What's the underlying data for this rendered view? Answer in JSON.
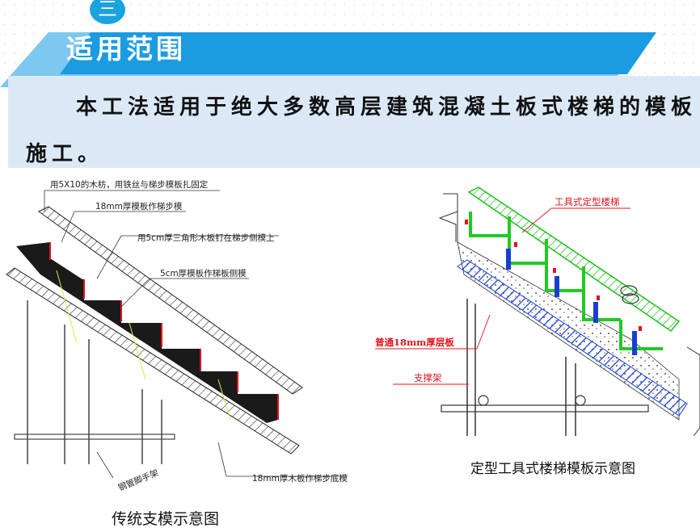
{
  "header": {
    "section_number": "三",
    "title": "适用范围"
  },
  "body": {
    "text": "本工法适用于绝大多数高层建筑混凝土板式楼梯的模板施工。"
  },
  "left_diagram": {
    "labels": [
      "用5X10的木枋，用铁丝与梯步模板扎固定",
      "18mm厚模板作梯步模",
      "用5cm厚三角形木板钉在梯步侧模上",
      "5cm厚模板作梯板侧模",
      "钢管脚手架",
      "18mm厚木板作梯步底模"
    ],
    "caption": "传统支模示意图"
  },
  "right_diagram": {
    "labels": [
      "工具式定型楼梯",
      "普通18mm厚层板",
      "支撑架"
    ],
    "caption": "定型工具式楼梯模板示意图"
  },
  "colors": {
    "banner_blue": "#1b9be0",
    "banner_light": "#7cc8ee",
    "text_box": "#dbe9f7",
    "tool_green": "#2fd12f",
    "slab_blue": "#1a3fd0",
    "label_red": "#e0141e"
  }
}
